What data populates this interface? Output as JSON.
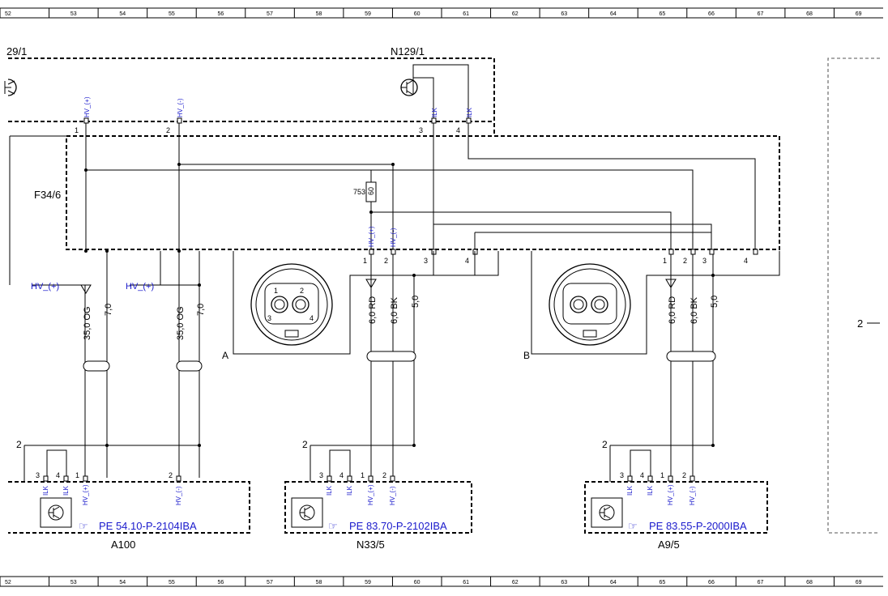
{
  "ruler": {
    "cells": [
      "52",
      "53",
      "54",
      "55",
      "56",
      "57",
      "58",
      "59",
      "60",
      "61",
      "62",
      "63",
      "64",
      "65",
      "66",
      "67",
      "68",
      "69"
    ]
  },
  "headers": {
    "left_partial": "29/1",
    "n129": "N129/1",
    "f34": "F34/6"
  },
  "labels": {
    "a100": "A100",
    "n33": "N33/5",
    "a9": "A9/5",
    "connector_a": "A",
    "connector_b": "B",
    "right_label": "2",
    "hv_plus_left1": "HV_(+)",
    "hv_plus_left2": "HV_(+)",
    "ground_a100": "2",
    "ground_n33": "2",
    "ground_a9": "2",
    "resistor_id": "753",
    "resistor_value": "60"
  },
  "top_pins": {
    "p1": "1",
    "p2": "2",
    "p3": "3",
    "p4": "4",
    "s1": "HV_(+)",
    "s2": "HV_(-)",
    "s3": "ILK",
    "s4": "ILK"
  },
  "f34_pins": {
    "left": {
      "p1": "1",
      "p2": "2",
      "p3": "3",
      "p4": "4",
      "s1": "HV_(+)",
      "s2": "HV_(-)"
    },
    "right": {
      "p1": "1",
      "p2": "2",
      "p3": "3",
      "p4": "4"
    }
  },
  "wires": {
    "a100_w1": "35,0 OG",
    "a100_w2": "7,0",
    "a100_w3": "35,0 OG",
    "a100_w4": "7,0",
    "n33_w1": "6,0 RD",
    "n33_w2": "6,0 BK",
    "n33_w3": "5,0",
    "a9_w1": "6,0 RD",
    "a9_w2": "6,0 BK",
    "a9_w3": "5,0"
  },
  "components": [
    {
      "pins": [
        "3",
        "4",
        "1",
        "2"
      ],
      "signals": [
        "ILK",
        "ILK",
        "HV_(+)",
        "HV_(-)"
      ],
      "reference": "PE 54.10-P-2104IBA"
    },
    {
      "pins": [
        "3",
        "4",
        "1",
        "2"
      ],
      "signals": [
        "ILK",
        "ILK",
        "HV_(+)",
        "HV_(-)"
      ],
      "reference": "PE 83.70-P-2102IBA"
    },
    {
      "pins": [
        "3",
        "4",
        "1",
        "2"
      ],
      "signals": [
        "ILK",
        "ILK",
        "HV_(+)",
        "HV_(-)"
      ],
      "reference": "PE 83.55-P-2000IBA"
    }
  ],
  "connector_pins": {
    "c1": "1",
    "c2": "2",
    "c3": "3",
    "c4": "4"
  },
  "icons": {
    "transistor": "transistor-icon",
    "reference": "pointing-hand-icon"
  }
}
